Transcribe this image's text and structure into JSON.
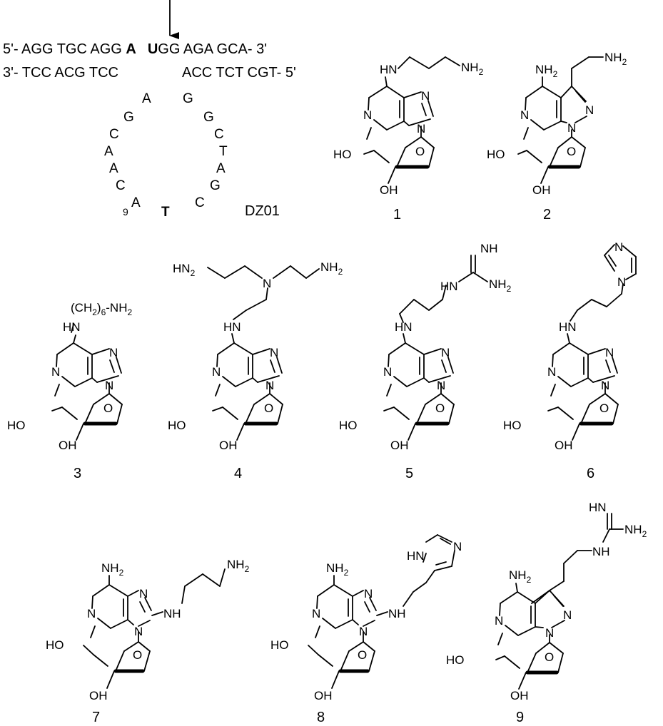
{
  "enzyme": {
    "strand_top": {
      "prefix": "5'- AGG TGC AGG ",
      "cleave_a": "A",
      "cleave_u": "U",
      "suffix": "GG AGA GCA- 3'"
    },
    "strand_bottom_left": "3'- TCC  ACG TCC",
    "strand_bottom_right": "ACC TCT CGT- 5'",
    "loop_left": [
      "A",
      "G",
      "C",
      "A",
      "A",
      "C",
      "A"
    ],
    "loop_right": [
      "G",
      "G",
      "C",
      "T",
      "A",
      "G",
      "C"
    ],
    "position_label": "9",
    "loop_bold_base": "T",
    "name": "DZ01"
  },
  "compounds": [
    {
      "id": "1",
      "label": "1"
    },
    {
      "id": "2",
      "label": "2"
    },
    {
      "id": "3",
      "label": "3"
    },
    {
      "id": "4",
      "label": "4"
    },
    {
      "id": "5",
      "label": "5"
    },
    {
      "id": "6",
      "label": "6"
    },
    {
      "id": "7",
      "label": "7"
    },
    {
      "id": "8",
      "label": "8"
    },
    {
      "id": "9",
      "label": "9"
    }
  ],
  "atoms": {
    "N": "N",
    "NH": "NH",
    "HN": "HN",
    "NH2": "NH",
    "two": "2",
    "six": "6",
    "HO": "HO",
    "OH": "OH",
    "O": "O",
    "CH2": "(CH",
    "close": ")",
    "dashNH": "-NH"
  }
}
